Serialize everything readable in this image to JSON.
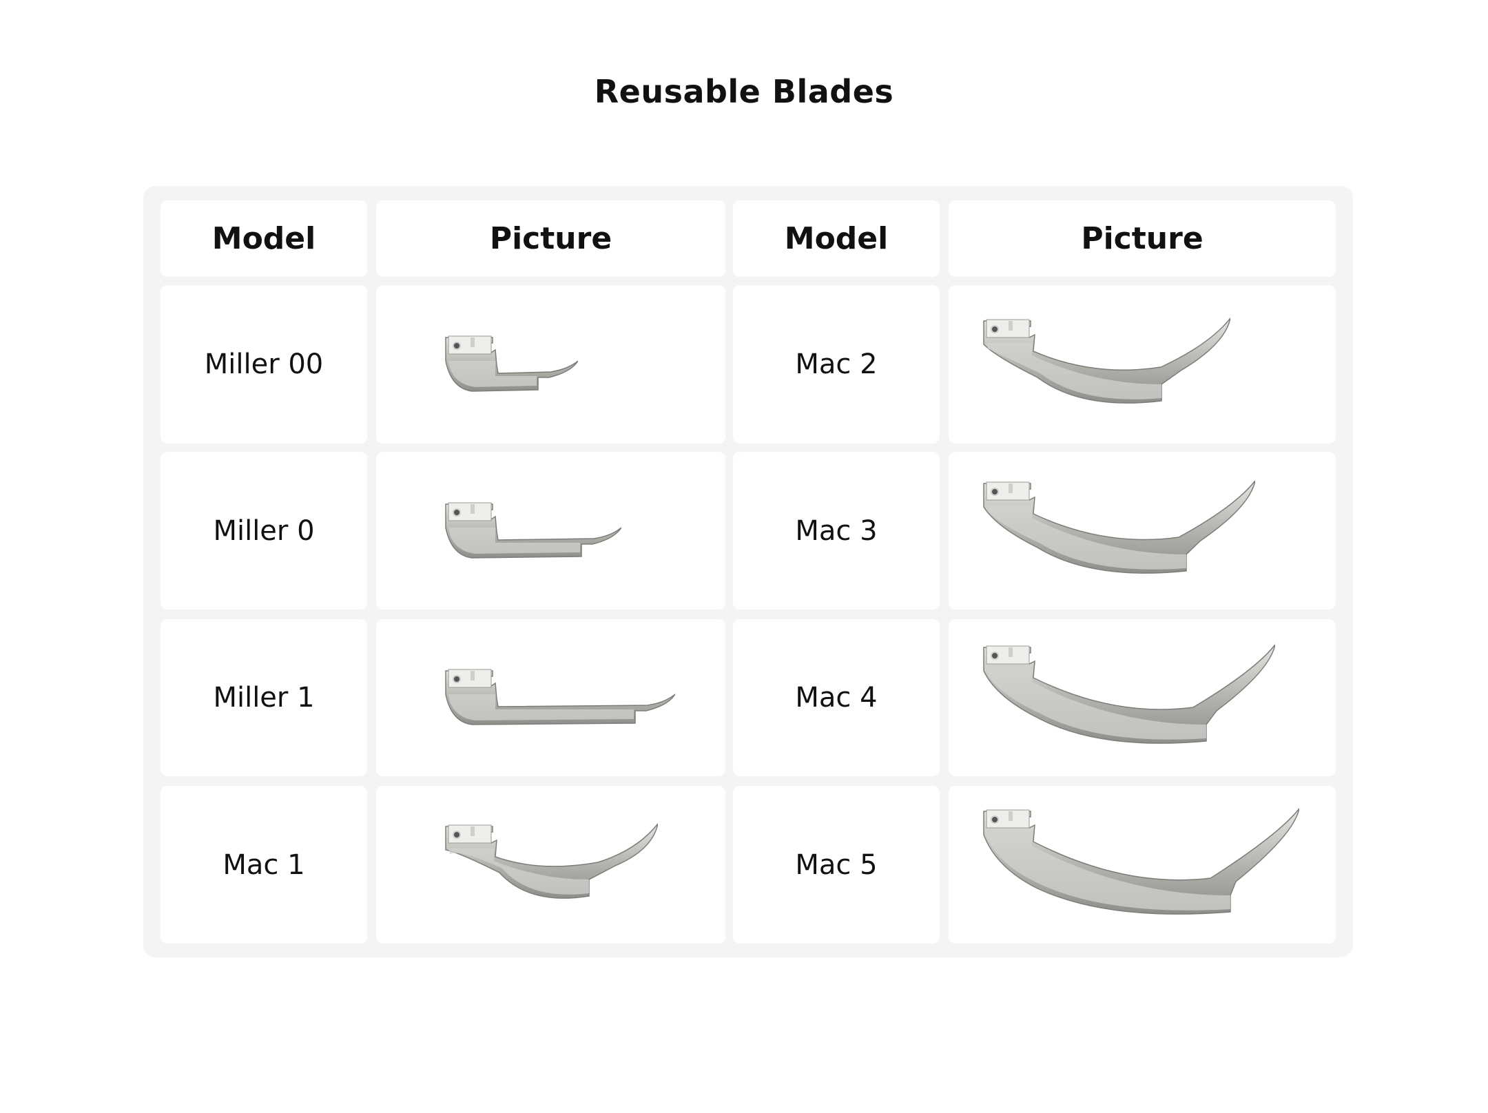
{
  "title": "Reusable Blades",
  "table": {
    "headers": [
      "Model",
      "Picture",
      "Model",
      "Picture"
    ],
    "rows": [
      {
        "left_model": "Miller 00",
        "right_model": "Mac 2"
      },
      {
        "left_model": "Miller 0",
        "right_model": "Mac 3"
      },
      {
        "left_model": "Miller 1",
        "right_model": "Mac 4"
      },
      {
        "left_model": "Mac 1",
        "right_model": "Mac 5"
      }
    ]
  },
  "colors": {
    "panel": "#f3f4f4",
    "cell": "#ffffff",
    "text": "#111111",
    "steel": "#b9b8b4"
  }
}
